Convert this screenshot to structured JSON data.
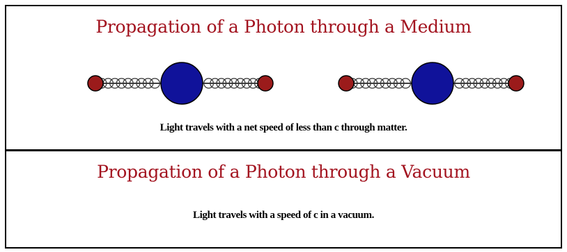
{
  "colors": {
    "title": "#a31420",
    "caption": "#000000",
    "small_atom": "#9b1b1b",
    "large_atom": "#10129a",
    "border": "#000000"
  },
  "medium_panel": {
    "title": "Propagation of a Photon through a Medium",
    "caption": "Light travels with a net speed of less than c through matter.",
    "molecule_count": 2
  },
  "vacuum_panel": {
    "title": "Propagation of a Photon through a Vacuum",
    "caption": "Light travels with a speed of c in a vacuum."
  }
}
